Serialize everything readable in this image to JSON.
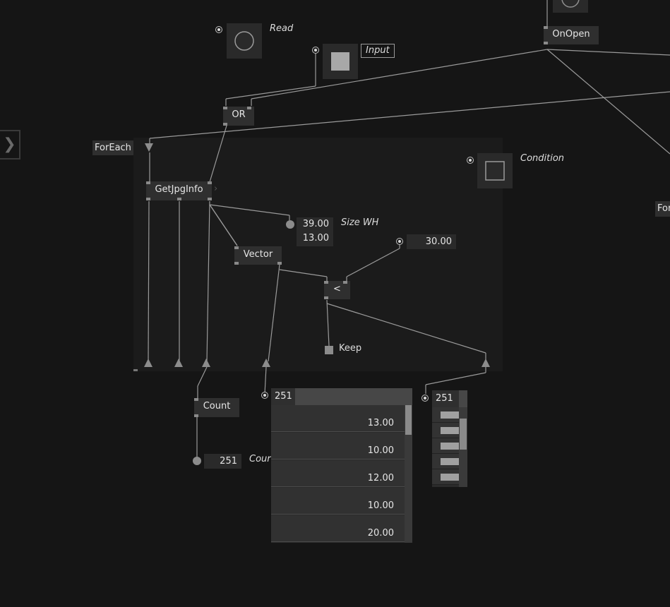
{
  "canvas": {
    "nodes": {
      "onopen": "OnOpen",
      "or": "OR",
      "foreach": "ForEach",
      "getjpginfo": "GetJpgInfo",
      "getjpginfo_expand": "›",
      "vector": "Vector",
      "less_than": "<",
      "count": "Count",
      "side_node_partial": "For"
    },
    "io": {
      "read_label": "Read",
      "input_label": "Input",
      "condition_label": "Condition",
      "size_label": "Size WH",
      "size_w": "39.00",
      "size_h": "13.00",
      "threshold": "30.00",
      "keep_label": "Keep",
      "count_value": "251",
      "count_label": "Cour"
    },
    "list": {
      "count": "251",
      "rows": [
        "13.00",
        "10.00",
        "12.00",
        "10.00",
        "20.00"
      ]
    },
    "mini_list": {
      "count": "251"
    },
    "side_tab": "❯"
  }
}
